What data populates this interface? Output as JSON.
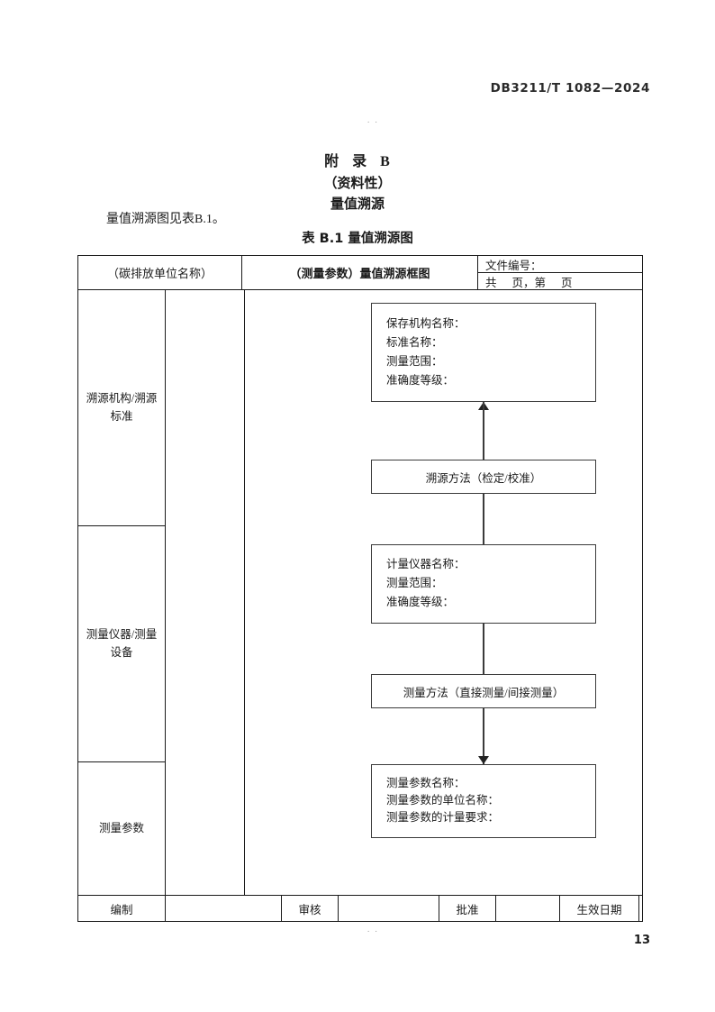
{
  "document": {
    "header_code": "DB3211/T 1082—2024",
    "page_number": "13",
    "speck_top": ". .",
    "speck_bottom": ". ."
  },
  "annex": {
    "title_prefix": "附",
    "title_middle": "录",
    "title_letter": "B",
    "nature": "（资料性）",
    "name": "量值溯源",
    "intro_paragraph": "量值溯源图见表B.1。",
    "table_caption": "表 B.1  量值溯源图"
  },
  "table_header": {
    "unit_name": "（碳排放单位名称）",
    "diagram_title": "（测量参数）量值溯源框图",
    "file_no_label": "文件编号：",
    "page_count_prefix": "共",
    "page_count_unit": "页，第",
    "page_count_suffix": "页"
  },
  "stages": [
    {
      "label": "溯源机构/溯源标准"
    },
    {
      "label": "测量仪器/测量设备"
    },
    {
      "label": "测量参数"
    }
  ],
  "flow": {
    "standard_box": {
      "line1": "保存机构名称：",
      "line2": "标准名称：",
      "line3": "测量范围：",
      "line4": "准确度等级："
    },
    "trace_method_box": {
      "text": "溯源方法（检定/校准）"
    },
    "instrument_box": {
      "line1": "计量仪器名称：",
      "line2": "测量范围：",
      "line3": "准确度等级："
    },
    "measure_method_box": {
      "text": "测量方法（直接测量/间接测量）"
    },
    "parameter_box": {
      "line1": "测量参数名称：",
      "line2": "测量参数的单位名称：",
      "line3": "测量参数的计量要求："
    }
  },
  "footer_row": {
    "prepared_label": "编制",
    "prepared_value": "",
    "reviewed_label": "审核",
    "reviewed_value": "",
    "approved_label": "批准",
    "approved_value": "",
    "effective_label": "生效日期",
    "effective_value": ""
  }
}
